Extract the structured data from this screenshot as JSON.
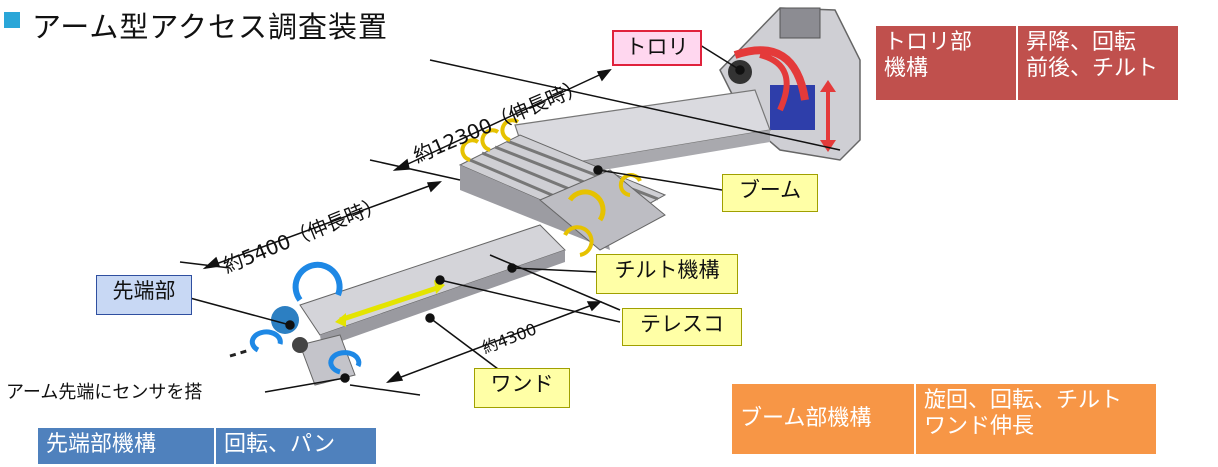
{
  "title": "アーム型アクセス調査装置",
  "labels": {
    "trolley": "トロリ",
    "boom": "ブーム",
    "tilt_mechanism": "チルト機構",
    "telescope": "テレスコ",
    "wand": "ワンド",
    "tip": "先端部",
    "sensor_note": "アーム先端にセンサを搭"
  },
  "dimensions": {
    "overall": "約12300（伸長時）",
    "mid": "約5400（伸長時）",
    "wand": "約4300"
  },
  "tables": {
    "trolley": {
      "name_line1": "トロリ部",
      "name_line2": "機構",
      "func_line1": "昇降、回転",
      "func_line2": "前後、チルト",
      "color": "#c0504d"
    },
    "boom": {
      "name": "ブーム部機構",
      "func_line1": "旋回、回転、チルト",
      "func_line2": "ワンド伸長",
      "color": "#f79646"
    },
    "tip": {
      "name": "先端部機構",
      "func": "回転、パン",
      "color": "#4f81bd"
    }
  }
}
